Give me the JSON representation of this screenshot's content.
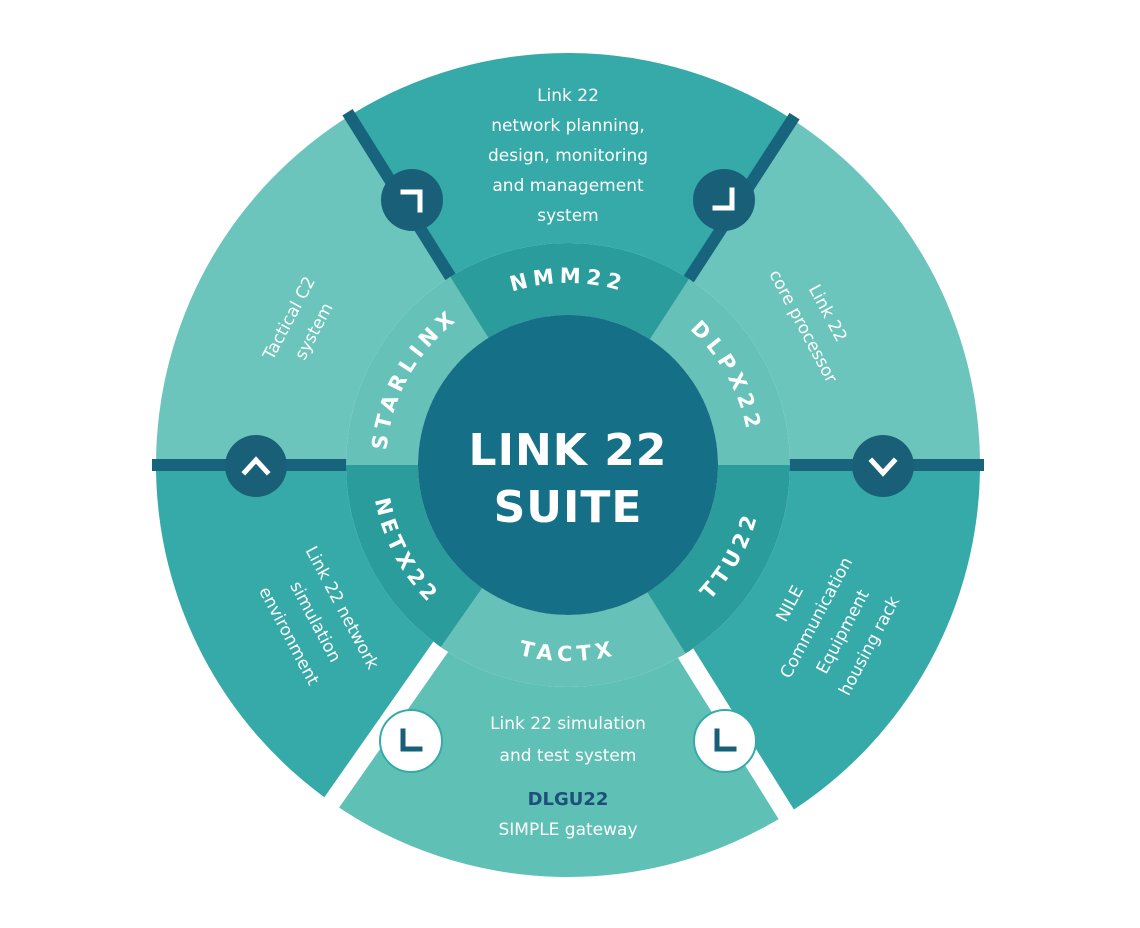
{
  "colors": {
    "background": "#ffffff",
    "outer_dark": "#35aaa9",
    "outer_light": "#6cc5bc",
    "outer_bottom": "#5fc0b5",
    "ring_dark": "#2a9c9b",
    "ring_light": "#66c1b8",
    "center": "#156f86",
    "divider": "#17647c",
    "node_dark": "#1a5f78",
    "node_light": "#ffffff",
    "text_light": "#ffffff",
    "text_dark": "#1d4f7a"
  },
  "center": {
    "line1": "LINK 22",
    "line2": "SUITE"
  },
  "ring_labels": {
    "top": "NMM22",
    "upper_right": "DLPX22",
    "lower_right": "TTU22",
    "bottom": "TACTX",
    "lower_left": "NETX22",
    "upper_left": "STARLINX"
  },
  "descriptions": {
    "top": [
      "Link 22",
      "network planning,",
      "design, monitoring",
      "and management",
      "system"
    ],
    "upper_right": [
      "Link 22",
      "core processor"
    ],
    "lower_right": [
      "NILE",
      "Communication",
      "Equipment",
      "housing rack"
    ],
    "bottom": [
      "Link 22 simulation",
      "and test system"
    ],
    "bottom_extra_title": "DLGU22",
    "bottom_extra_text": "SIMPLE gateway",
    "lower_left": [
      "Link 22 network",
      "simulation",
      "environment"
    ],
    "upper_left": [
      "Tactical C2",
      "system"
    ]
  },
  "nodes": {
    "upper_left": "chevron-icon",
    "upper_right": "chevron-icon",
    "left": "chevron-up-icon",
    "right": "chevron-down-icon",
    "lower_left": "chevron-icon",
    "lower_right": "chevron-icon"
  }
}
